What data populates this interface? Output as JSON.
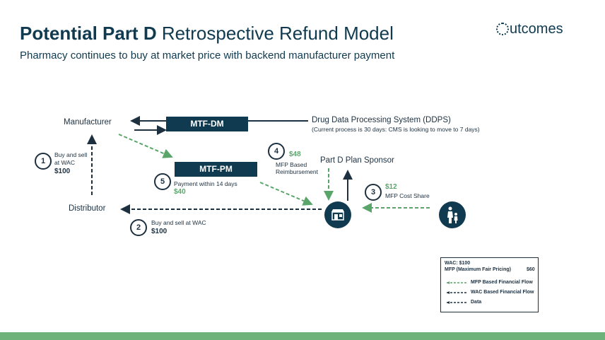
{
  "header": {
    "title_bold": "Potential Part D",
    "title_rest": " Retrospective Refund Model",
    "subtitle": "Pharmacy continues to buy at market price with backend manufacturer payment",
    "logo_text": "utcomes"
  },
  "nodes": {
    "manufacturer": "Manufacturer",
    "distributor": "Distributor",
    "ddps_title": "Drug Data Processing System (DDPS)",
    "ddps_note": "(Current process is 30 days: CMS is looking to move to 7 days)",
    "plan_sponsor": "Part D Plan Sponsor",
    "mtf_dm": "MTF-DM",
    "mtf_pm": "MTF-PM"
  },
  "steps": [
    {
      "num": "1",
      "text_line1": "Buy and sell",
      "text_line2": "at WAC",
      "amount": "$100"
    },
    {
      "num": "2",
      "text": "Buy and sell at WAC",
      "amount": "$100"
    },
    {
      "num": "3",
      "text": "MFP Cost Share",
      "amount": "$12"
    },
    {
      "num": "4",
      "text_line1": "MFP Based",
      "text_line2": "Reimbursement",
      "amount": "$48"
    },
    {
      "num": "5",
      "text": "Payment within 14 days",
      "amount": "$40"
    }
  ],
  "legend": {
    "wac": "WAC: $100",
    "mfp_label": "MFP",
    "mfp_desc": "(Maximum Fair Pricing)",
    "mfp_value": "$60",
    "items": [
      "MFP Based Financial Flow",
      "WAC Based Financial Flow",
      "Data"
    ]
  },
  "colors": {
    "navy": "#0f3a4f",
    "green": "#5aa66a",
    "dark": "#1d3040",
    "footer": "#6cb27a"
  },
  "icons": [
    "pharmacy-icon",
    "patient-icon",
    "outcomes-logo-icon"
  ]
}
